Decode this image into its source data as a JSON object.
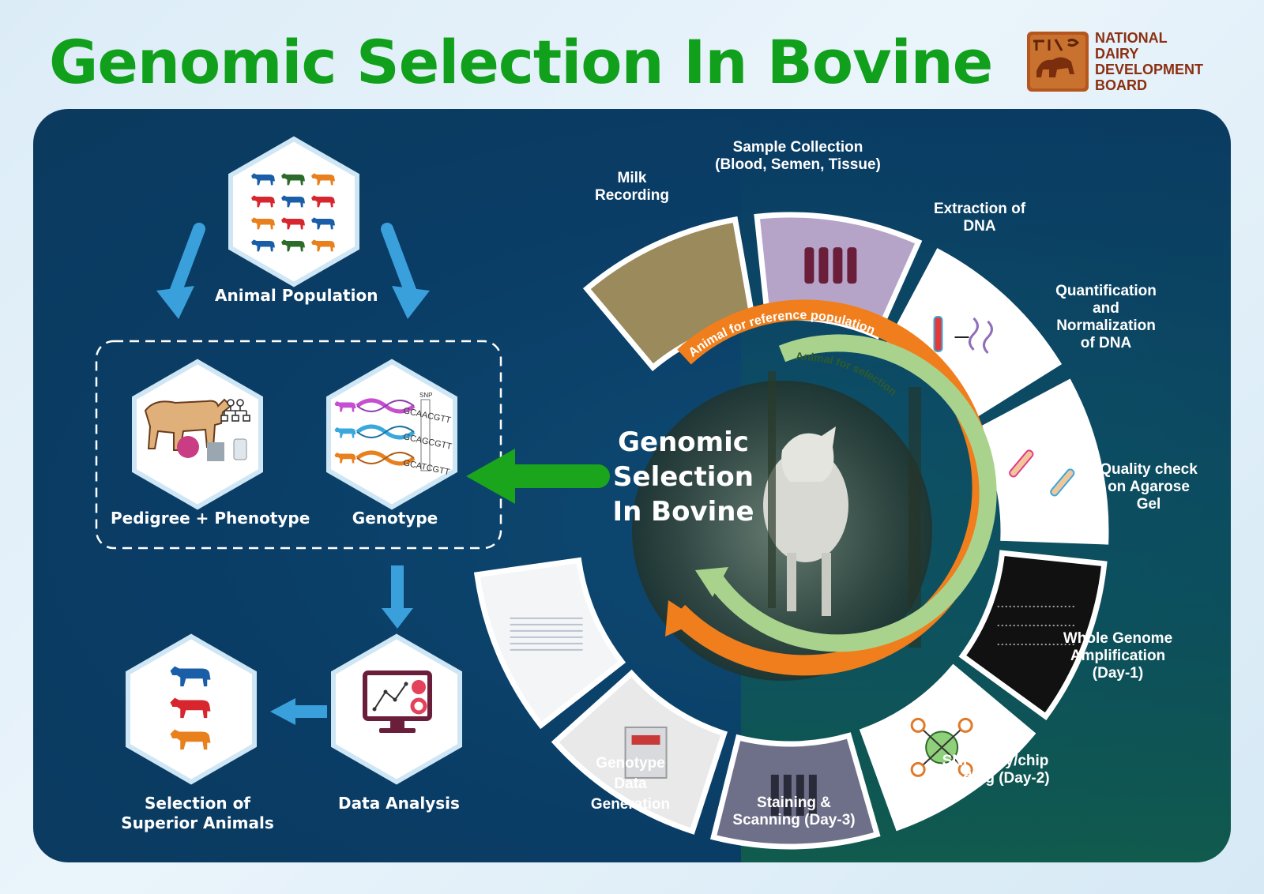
{
  "title": "Genomic Selection In Bovine",
  "logo": {
    "lines": [
      "NATIONAL",
      "DAIRY",
      "DEVELOPMENT",
      "BOARD"
    ]
  },
  "left_flow": {
    "animal_population": "Animal Population",
    "pedigree_phenotype": "Pedigree + Phenotype",
    "genotype": "Genotype",
    "data_analysis": "Data Analysis",
    "selection_line1": "Selection of",
    "selection_line2": "Superior Animals"
  },
  "genotype_graphic": {
    "snp_label": "SNP",
    "rows": [
      "GCAACGTT",
      "GCAGCGTT",
      "GCATCGTT"
    ]
  },
  "wheel": {
    "center_line1": "Genomic",
    "center_line2": "Selection",
    "center_line3": "In Bovine",
    "outer_arc_label": "Animal for reference population",
    "inner_arc_label": "Animal for selection",
    "steps": [
      {
        "line1": "Milk",
        "line2": "Recording",
        "line3": "",
        "line4": ""
      },
      {
        "line1": "Sample Collection",
        "line2": "(Blood, Semen, Tissue)",
        "line3": "",
        "line4": ""
      },
      {
        "line1": "Extraction of",
        "line2": "DNA",
        "line3": "",
        "line4": ""
      },
      {
        "line1": "Quantification",
        "line2": "and",
        "line3": "Normalization",
        "line4": "of DNA"
      },
      {
        "line1": "Quality check",
        "line2": "on Agarose",
        "line3": "Gel",
        "line4": ""
      },
      {
        "line1": "Whole Genome",
        "line2": "Amplification",
        "line3": "(Day-1)",
        "line4": ""
      },
      {
        "line1": "SNP array/chip",
        "line2": "loading (Day-2)",
        "line3": "",
        "line4": ""
      },
      {
        "line1": "Staining &",
        "line2": "Scanning (Day-3)",
        "line3": "",
        "line4": ""
      },
      {
        "line1": "Genotype",
        "line2": "Data",
        "line3": "Generation",
        "line4": ""
      }
    ]
  },
  "colors": {
    "title_green": "#11a01b",
    "panel_blue": "#0a3d66",
    "flow_arrow_blue": "#3aa0dc",
    "big_arrow_green": "#1aa51c",
    "outer_arc_orange": "#f07e1c",
    "inner_arc_green": "#a9d38d",
    "logo_text": "#8a2f12"
  },
  "icons": {
    "cow_grid": [
      "#1a5ea8",
      "#2d6b2c",
      "#e8801e",
      "#d8262e",
      "#1a5ea8",
      "#d8262e",
      "#e8801e",
      "#d8262e",
      "#1a5ea8",
      "#1a5ea8",
      "#2d6b2c",
      "#e8801e"
    ],
    "selected_cows": [
      "#1a5ea8",
      "#d8262e",
      "#e8801e"
    ]
  }
}
